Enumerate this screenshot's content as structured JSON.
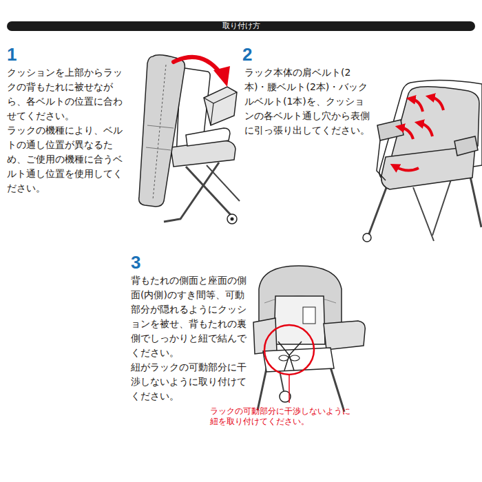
{
  "diagram": {
    "title": "取り付け方",
    "labels": [
      "1",
      "クッションを上部からラックの背もたれに被せながら、各ベルトの位置に合わせてください。",
      "ラックの機種により、ベルトの通し位置が異なるため、ご使用の機種に合うベルト通し位置を使用してください。",
      "2",
      "ラック本体の肩ベルト(2本)・腰ベルト(2本)・バックルベルト(1本)を、クッションの各ベルト通し穴から表側に引っ張り出してください。",
      "3",
      "背もたれの側面と座面の側面(内側)のすき間等、可動部分が隠れるようにクッションを被せ、背もたれの裏側でしっかりと紐で結んでください。",
      "紐がラックの可動部分に干渉しないように取り付けてください。",
      "ラックの可動部分に干渉しないように紐を取り付けてください。"
    ]
  }
}
